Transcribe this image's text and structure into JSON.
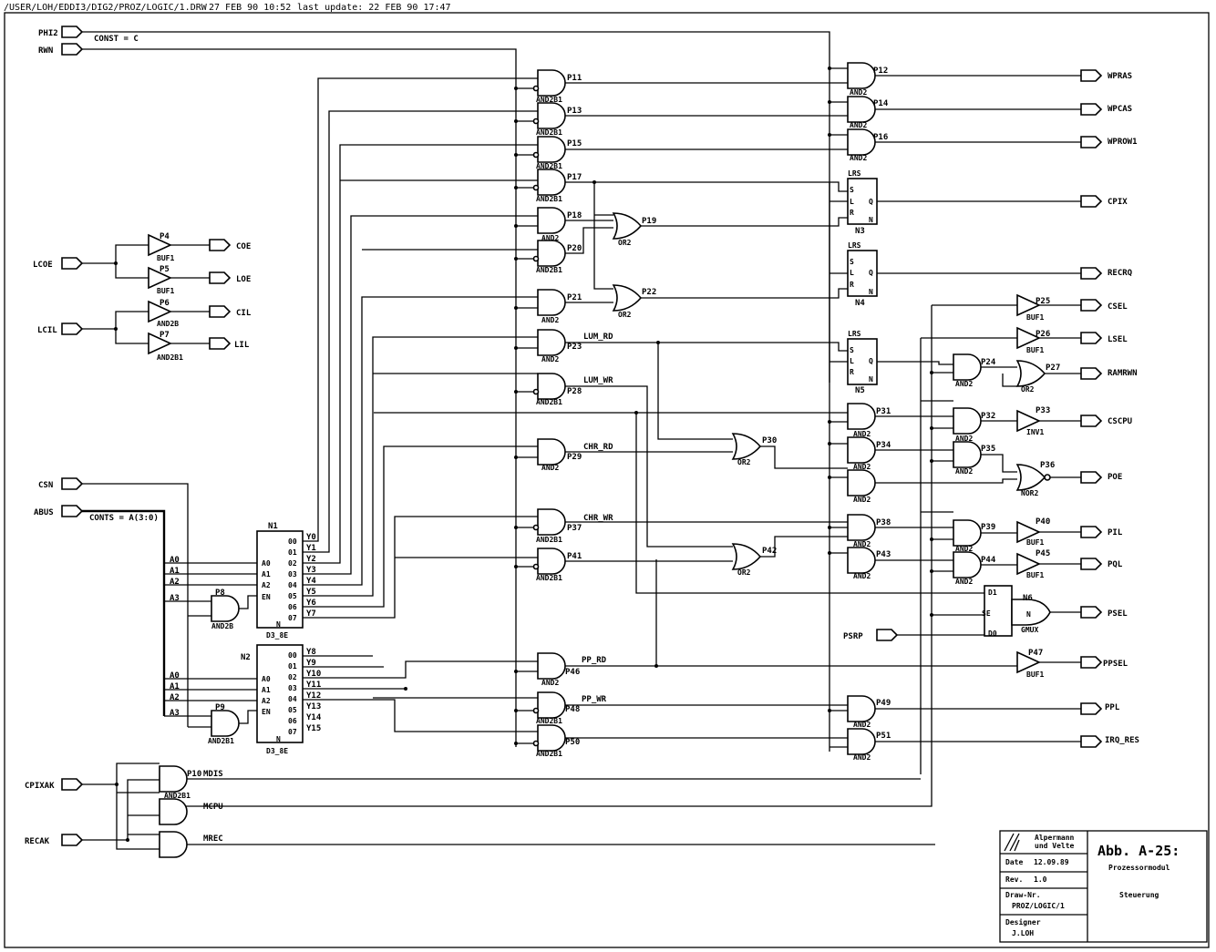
{
  "header": {
    "path": "/USER/LOH/EDDI3/DIG2/PROZ/LOGIC/1.DRW",
    "date": "27 FEB 90 10:52",
    "update": "last update: 22 FEB 90 17:47"
  },
  "title_block": {
    "company_line1": "Alpermann",
    "company_line2": "und Velte",
    "date_label": "Date",
    "date_value": "12.09.89",
    "rev_label": "Rev.",
    "rev_value": "1.0",
    "drawnr_label": "Draw-Nr.",
    "drawnr_value": "PROZ/LOGIC/1",
    "designer_label": "Designer",
    "designer_value": "J.LOH",
    "figure": "Abb. A-25:",
    "subtitle1": "Prozessormodul",
    "subtitle2": "Steuerung"
  },
  "inputs": [
    {
      "name": "PHI2",
      "note": "CONST = C"
    },
    {
      "name": "RWN",
      "note": ""
    },
    {
      "name": "LCOE",
      "note": ""
    },
    {
      "name": "LCIL",
      "note": ""
    },
    {
      "name": "CSN",
      "note": ""
    },
    {
      "name": "ABUS",
      "note": "CONTS = A(3:0)"
    },
    {
      "name": "CPIXAK",
      "note": ""
    },
    {
      "name": "RECAK",
      "note": ""
    },
    {
      "name": "PSRP",
      "note": ""
    }
  ],
  "outputs": [
    "WPRAS",
    "WPCAS",
    "WPROW1",
    "CPIX",
    "RECRQ",
    "CSEL",
    "LSEL",
    "RAMRWN",
    "CSCPU",
    "POE",
    "PIL",
    "PQL",
    "PSEL",
    "PPSEL",
    "PPL",
    "IRQ_RES",
    "COE",
    "LOE",
    "CIL",
    "LIL"
  ],
  "gates": [
    {
      "id": "P11",
      "type": "AND2B1"
    },
    {
      "id": "P13",
      "type": "AND2B1"
    },
    {
      "id": "P15",
      "type": "AND2B1"
    },
    {
      "id": "P17",
      "type": "AND2B1"
    },
    {
      "id": "P18",
      "type": "AND2"
    },
    {
      "id": "P20",
      "type": "AND2B1"
    },
    {
      "id": "P21",
      "type": "AND2"
    },
    {
      "id": "P23",
      "type": "AND2"
    },
    {
      "id": "P28",
      "type": "AND2B1"
    },
    {
      "id": "P29",
      "type": "AND2"
    },
    {
      "id": "P37",
      "type": "AND2B1"
    },
    {
      "id": "P41",
      "type": "AND2B1"
    },
    {
      "id": "P46",
      "type": "AND2"
    },
    {
      "id": "P48",
      "type": "AND2B1"
    },
    {
      "id": "P50",
      "type": "AND2B1"
    },
    {
      "id": "P12",
      "type": "AND2"
    },
    {
      "id": "P14",
      "type": "AND2"
    },
    {
      "id": "P16",
      "type": "AND2"
    },
    {
      "id": "P31",
      "type": "AND2"
    },
    {
      "id": "P34",
      "type": "AND2"
    },
    {
      "id": "P38",
      "type": "AND2"
    },
    {
      "id": "P43",
      "type": "AND2"
    },
    {
      "id": "P49",
      "type": "AND2"
    },
    {
      "id": "P51",
      "type": "AND2"
    },
    {
      "id": "P19",
      "type": "OR2"
    },
    {
      "id": "P22",
      "type": "OR2"
    },
    {
      "id": "P30",
      "type": "OR2"
    },
    {
      "id": "P42",
      "type": "OR2"
    },
    {
      "id": "P24",
      "type": "AND2"
    },
    {
      "id": "P27",
      "type": "OR2"
    },
    {
      "id": "P32",
      "type": "AND2"
    },
    {
      "id": "P33",
      "type": "INV1"
    },
    {
      "id": "P35",
      "type": "AND2"
    },
    {
      "id": "P36",
      "type": "NOR2"
    },
    {
      "id": "P39",
      "type": "AND2"
    },
    {
      "id": "P44",
      "type": "AND2"
    },
    {
      "id": "P40",
      "type": "BUF1"
    },
    {
      "id": "P45",
      "type": "BUF1"
    },
    {
      "id": "P25",
      "type": "BUF1"
    },
    {
      "id": "P26",
      "type": "BUF1"
    },
    {
      "id": "P47",
      "type": "BUF1"
    },
    {
      "id": "N6",
      "type": "GMUX"
    },
    {
      "id": "P2",
      "type": "BUF1"
    },
    {
      "id": "P3",
      "type": "BUF1"
    },
    {
      "id": "P4",
      "type": "BUF1"
    },
    {
      "id": "P5",
      "type": "BUF1"
    },
    {
      "id": "P6",
      "type": "AND2B"
    },
    {
      "id": "P7",
      "type": "AND2B1"
    },
    {
      "id": "P8",
      "type": "AND2B"
    },
    {
      "id": "P9",
      "type": "AND2B1"
    },
    {
      "id": "P10",
      "type": "AND2B1"
    }
  ],
  "latches": [
    {
      "id": "N3",
      "type": "LRS"
    },
    {
      "id": "N4",
      "type": "LRS"
    },
    {
      "id": "N5",
      "type": "LRS"
    }
  ],
  "decoders": [
    {
      "id": "N1",
      "type": "D3_8E",
      "outs": [
        "Y0",
        "Y1",
        "Y2",
        "Y3",
        "Y4",
        "Y5",
        "Y6",
        "Y7"
      ]
    },
    {
      "id": "N2",
      "type": "D3_8E",
      "outs": [
        "Y8",
        "Y9",
        "Y10",
        "Y11",
        "Y12",
        "Y13",
        "Y14",
        "Y15"
      ]
    }
  ],
  "nets": [
    "LUM_RD",
    "LUM_WR",
    "CHR_RD",
    "CHR_WR",
    "PP_RD",
    "PP_WR",
    "MDIS",
    "MCPU",
    "MREC"
  ]
}
